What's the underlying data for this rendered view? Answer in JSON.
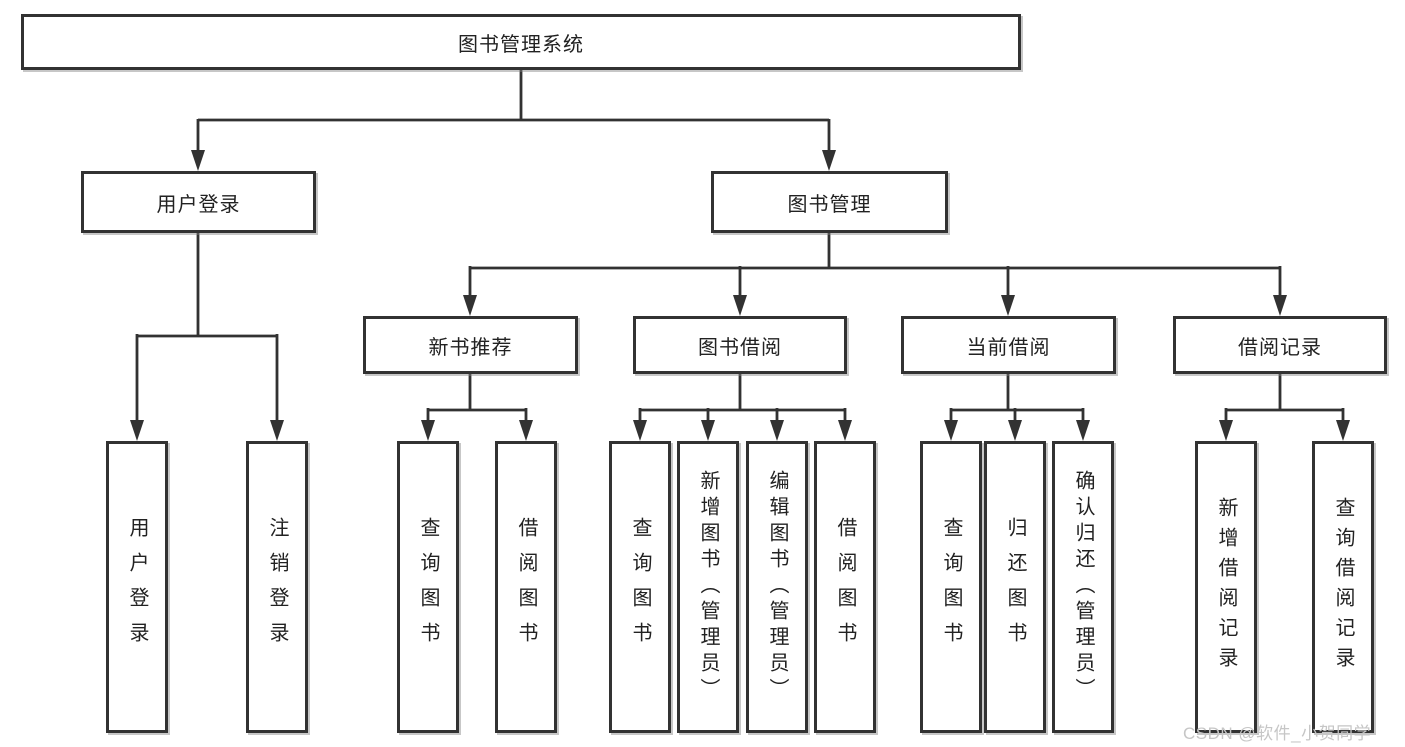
{
  "colors": {
    "background": "#ffffff",
    "line": "#323232",
    "box_border": "#323232",
    "text": "#222222",
    "watermark": "#c6c6c6"
  },
  "diagram": {
    "type": "tree",
    "root": {
      "label": "图书管理系统"
    },
    "level2": [
      {
        "label": "用户登录"
      },
      {
        "label": "图书管理"
      }
    ],
    "level3": [
      {
        "label": "新书推荐",
        "parent": "图书管理"
      },
      {
        "label": "图书借阅",
        "parent": "图书管理"
      },
      {
        "label": "当前借阅",
        "parent": "图书管理"
      },
      {
        "label": "借阅记录",
        "parent": "图书管理"
      }
    ],
    "leaves": [
      {
        "label": "用户登录",
        "parent": "用户登录"
      },
      {
        "label": "注销登录",
        "parent": "用户登录"
      },
      {
        "label": "查询图书",
        "parent": "新书推荐"
      },
      {
        "label": "借阅图书",
        "parent": "新书推荐"
      },
      {
        "label": "查询图书",
        "parent": "图书借阅"
      },
      {
        "label": "新增图书（管理员）",
        "parent": "图书借阅"
      },
      {
        "label": "编辑图书（管理员）",
        "parent": "图书借阅"
      },
      {
        "label": "借阅图书",
        "parent": "图书借阅"
      },
      {
        "label": "查询图书",
        "parent": "当前借阅"
      },
      {
        "label": "归还图书",
        "parent": "当前借阅"
      },
      {
        "label": "确认归还（管理员）",
        "parent": "当前借阅"
      },
      {
        "label": "新增借阅记录",
        "parent": "借阅记录"
      },
      {
        "label": "查询借阅记录",
        "parent": "借阅记录"
      }
    ]
  },
  "watermark": {
    "text": "CSDN @软件_小贺同学"
  }
}
